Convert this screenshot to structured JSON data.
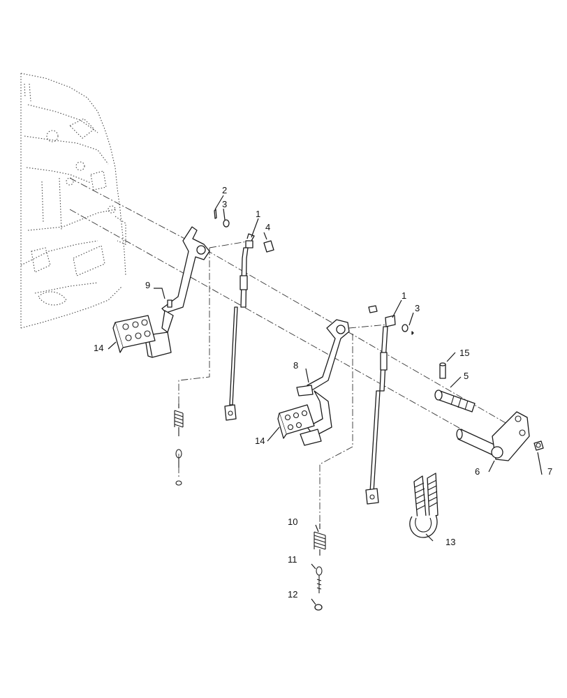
{
  "callouts": {
    "c1a": "1",
    "c1b": "1",
    "c2": "2",
    "c3a": "3",
    "c3b": "3",
    "c4": "4",
    "c5": "5",
    "c6": "6",
    "c7": "7",
    "c8": "8",
    "c9": "9",
    "c10": "10",
    "c11": "11",
    "c12": "12",
    "c13": "13",
    "c14a": "14",
    "c14b": "14",
    "c15": "15"
  },
  "colors": {
    "line": "#1a1a1a",
    "background": "#ffffff"
  }
}
